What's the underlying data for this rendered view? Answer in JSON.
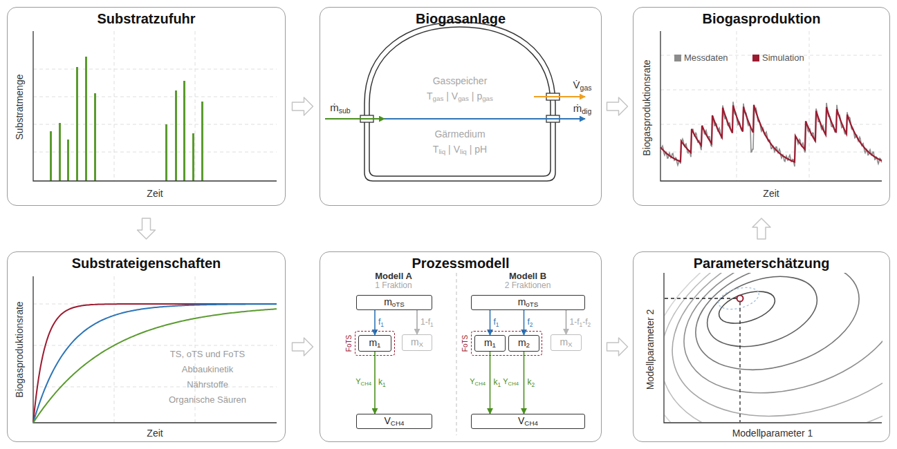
{
  "diagram": {
    "nodes": [
      {
        "text": [
          "Substratzufuhr"
        ]
      },
      {
        "text": [
          "Biogasanlage"
        ]
      },
      {
        "text": [
          "Biogasproduktion"
        ]
      },
      {
        "text": [
          "Substrateigenschaften"
        ]
      },
      {
        "text": [
          "Prozessmodell"
        ]
      },
      {
        "text": [
          "Parameterschätzung"
        ]
      },
      {
        "text": [
          "moTS"
        ],
        "in": 4
      },
      {
        "text": [
          "FoTS"
        ],
        "in": 4
      },
      {
        "text": [
          "m1"
        ],
        "in": 7
      },
      {
        "text": [
          "mX"
        ],
        "in": 4
      },
      {
        "text": [
          "VCH4"
        ],
        "in": 4
      },
      {
        "text": [
          "moTS"
        ],
        "in": 4
      },
      {
        "text": [
          "FoTS"
        ],
        "in": 4
      },
      {
        "text": [
          "m1"
        ],
        "in": 12
      },
      {
        "text": [
          "m2"
        ],
        "in": 12
      },
      {
        "text": [
          "mX"
        ],
        "in": 4
      },
      {
        "text": [
          "VCH4"
        ],
        "in": 4
      }
    ],
    "edges": [
      {
        "from": 0,
        "to": 1,
        "arrow": "to"
      },
      {
        "from": 1,
        "to": 2,
        "arrow": "to"
      },
      {
        "from": 0,
        "to": 3,
        "arrow": "to"
      },
      {
        "from": 3,
        "to": 4,
        "arrow": "to"
      },
      {
        "from": 4,
        "to": 5,
        "arrow": "to"
      },
      {
        "from": 5,
        "to": 2,
        "arrow": "to"
      },
      {
        "from": 6,
        "to": 8,
        "label": "f1",
        "arrow": "to"
      },
      {
        "from": 6,
        "to": 9,
        "label": "1-f1",
        "arrow": "to"
      },
      {
        "from": 8,
        "to": 10,
        "label": "k1",
        "arrow": "to"
      },
      {
        "from": 11,
        "to": 13,
        "label": "f1",
        "arrow": "to"
      },
      {
        "from": 11,
        "to": 14,
        "label": "f2",
        "arrow": "to"
      },
      {
        "from": 11,
        "to": 15,
        "label": "1-f1-f2",
        "arrow": "to"
      },
      {
        "from": 13,
        "to": 16,
        "label": "k1",
        "arrow": "to"
      },
      {
        "from": 14,
        "to": 16,
        "label": "k2",
        "arrow": "to"
      }
    ],
    "labels": [
      "Substratmenge",
      "Zeit",
      "Gasspeicher",
      "Tgas | Vgas | pgas",
      "Gärmedium",
      "Tliq | Vliq | pH",
      "ṁsub",
      "V̇gas",
      "ṁdig",
      "Biogasproduktionsrate",
      "Zeit",
      "Biogasproduktionsrate",
      "Zeit",
      "TS, oTS und FoTS",
      "Abbaukinetik",
      "Nährstoffe",
      "Organische Säuren",
      "Modell A",
      "1 Fraktion",
      "Modell B",
      "2 Fraktionen",
      "YCH4",
      "YCH4",
      "YCH4",
      "Modellparameter 2",
      "Modellparameter 1"
    ],
    "legend": [
      {
        "text": "Messdaten",
        "color": "#8c8c8c"
      },
      {
        "text": "Simulation",
        "color": "#9b1b30"
      }
    ]
  }
}
